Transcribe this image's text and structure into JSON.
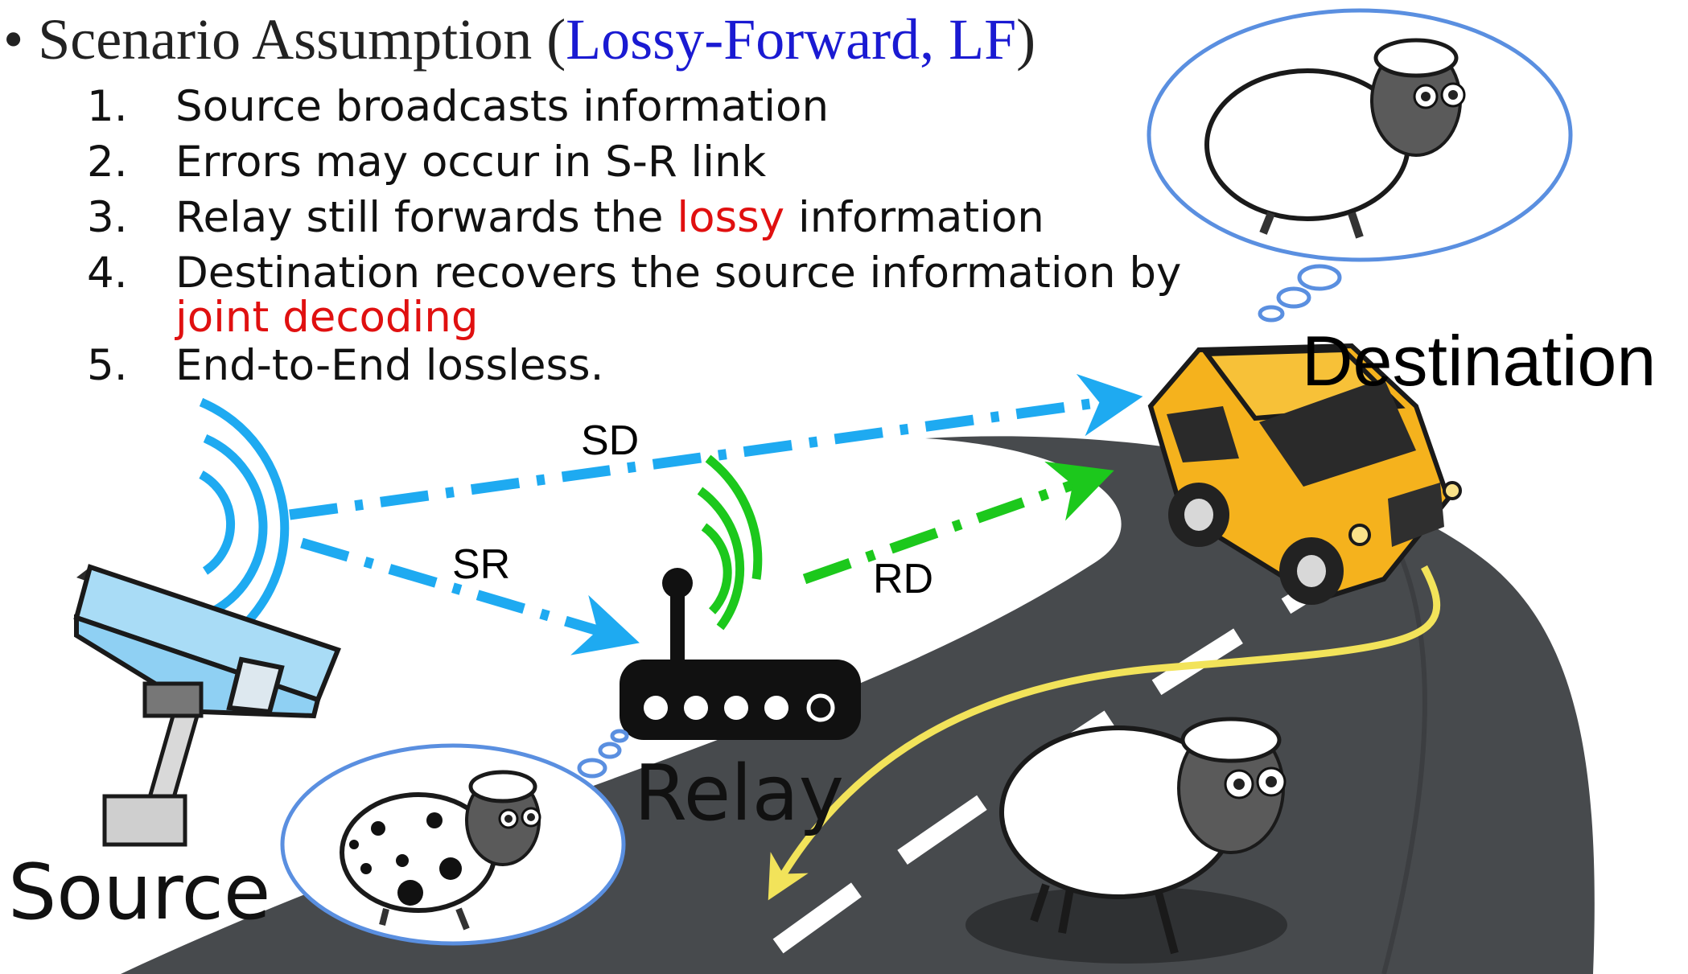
{
  "title": {
    "bullet": "•",
    "prefix": "Scenario Assumption (",
    "highlight": "Lossy-Forward, LF",
    "suffix": ")"
  },
  "steps": [
    {
      "num": "1.",
      "text": "Source broadcasts information"
    },
    {
      "num": "2.",
      "text": "Errors may occur in S-R link"
    },
    {
      "num": "3.",
      "pre": "Relay still forwards the ",
      "red": "lossy",
      "post": " information"
    },
    {
      "num": "4.",
      "text": "Destination recovers the source information by",
      "red_line": "joint decoding"
    },
    {
      "num": "5.",
      "text": "End-to-End lossless."
    }
  ],
  "links": {
    "sd": "SD",
    "sr": "SR",
    "rd": "RD"
  },
  "nodes": {
    "source": "Source",
    "relay": "Relay",
    "destination": "Destination"
  },
  "colors": {
    "title_highlight": "#1a1ad2",
    "emphasis_red": "#e01010",
    "source_link": "#1eaaf1",
    "relay_link": "#1cc81c",
    "bubble_outline": "#5a8fe0",
    "road": "#474a4d",
    "car": "#f5b21d",
    "recovery_arrow": "#f2e35a"
  },
  "icons": [
    "camera-icon",
    "router-icon",
    "car-icon",
    "sheep-icon",
    "thought-bubble-icon"
  ]
}
